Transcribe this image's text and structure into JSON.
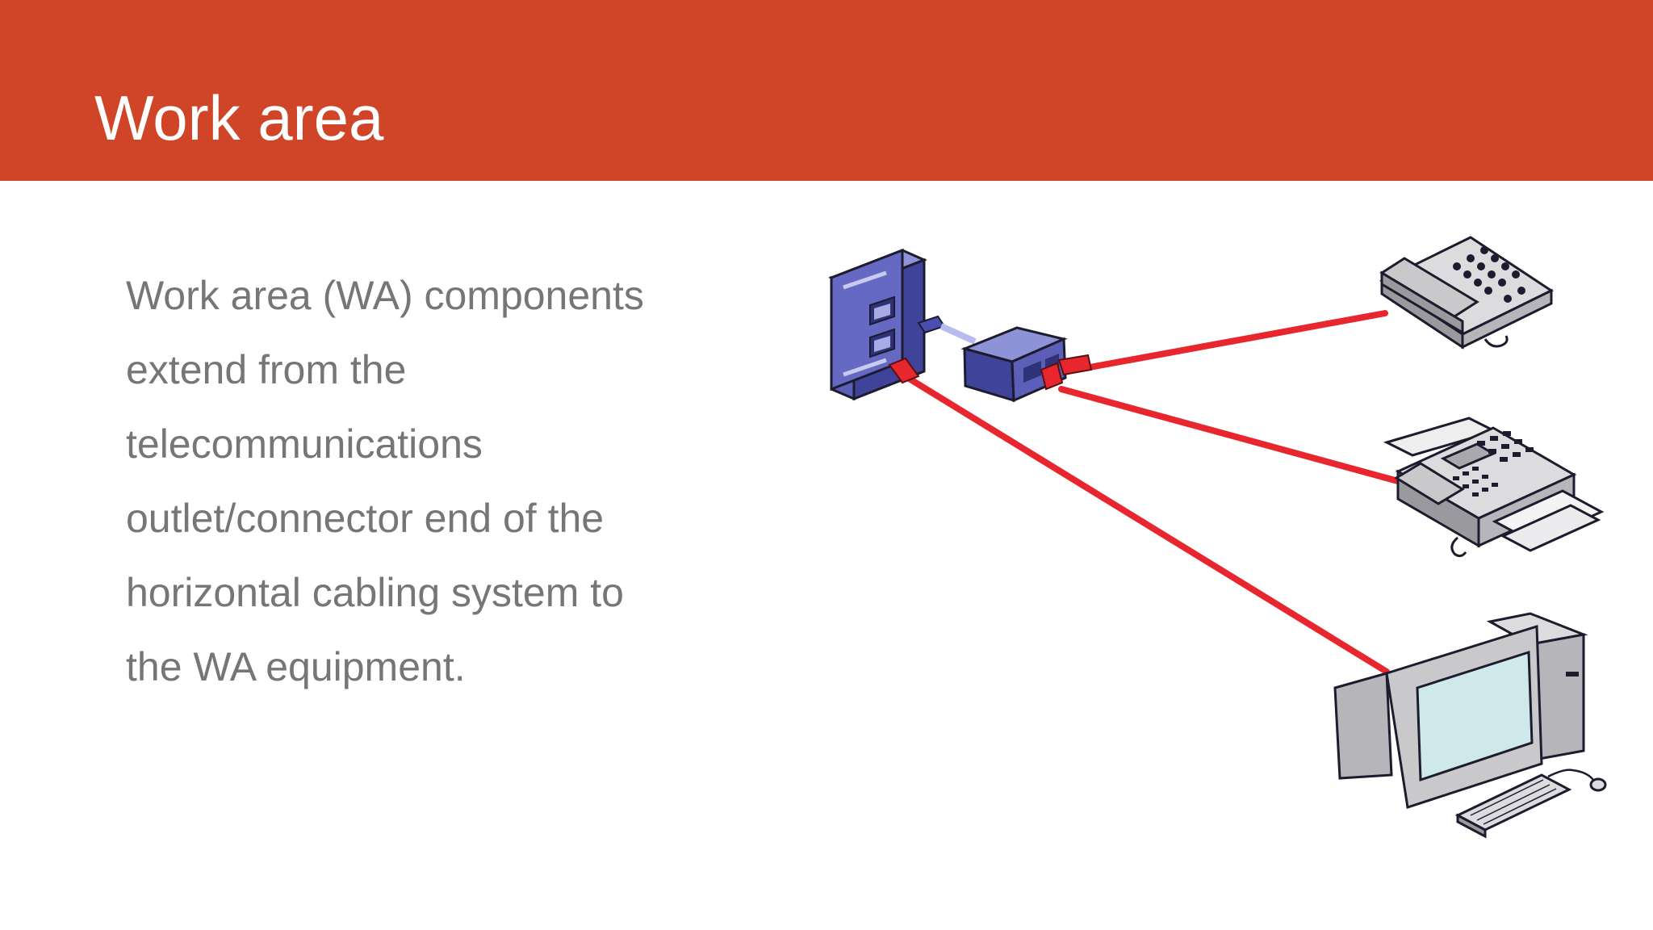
{
  "slide": {
    "title": "Work area",
    "body_lines": [
      "Work area (WA) components",
      "extend from the",
      "telecommunications",
      "outlet/connector end of the",
      "horizontal cabling system to",
      "the WA equipment."
    ]
  },
  "diagram": {
    "components": [
      "wall-outlet",
      "splitter-adapter",
      "telephone",
      "fax-machine",
      "desktop-computer"
    ],
    "colors": {
      "header": "#d04528",
      "cable": "#e8262e",
      "outlet_blue": "#5b5fb8",
      "device_gray": "#c9c9cb",
      "screen": "#cfe8e9"
    }
  }
}
